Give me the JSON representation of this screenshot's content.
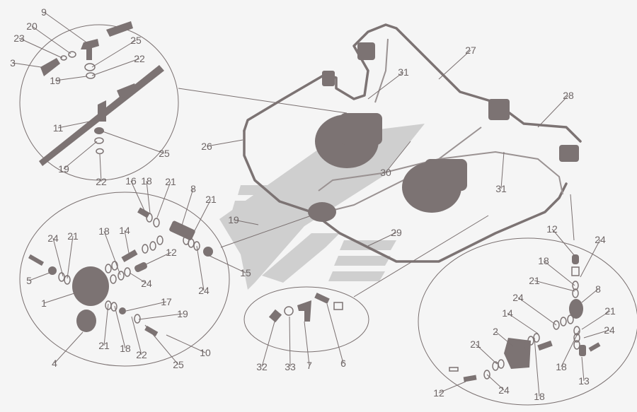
{
  "diagram": {
    "colors": {
      "ink": "#7c7373",
      "background": "#f5f5f5",
      "logo": "#c9c9c9"
    },
    "callouts": {
      "top_left_detail": [
        "9",
        "20",
        "23",
        "3",
        "25",
        "22",
        "19",
        "11",
        "25",
        "19",
        "22"
      ],
      "left_detail": [
        "16",
        "18",
        "21",
        "8",
        "21",
        "24",
        "21",
        "18",
        "14",
        "12",
        "24",
        "5",
        "15",
        "24",
        "1",
        "17",
        "19",
        "21",
        "18",
        "22",
        "25",
        "10",
        "4"
      ],
      "bottom_detail": [
        "32",
        "33",
        "7",
        "6"
      ],
      "right_detail": [
        "12",
        "24",
        "18",
        "21",
        "24",
        "8",
        "21",
        "14",
        "24",
        "2",
        "21",
        "18",
        "13",
        "24",
        "18",
        "12"
      ],
      "main_assembly": [
        "27",
        "31",
        "28",
        "26",
        "30",
        "31",
        "29",
        "19"
      ]
    }
  }
}
